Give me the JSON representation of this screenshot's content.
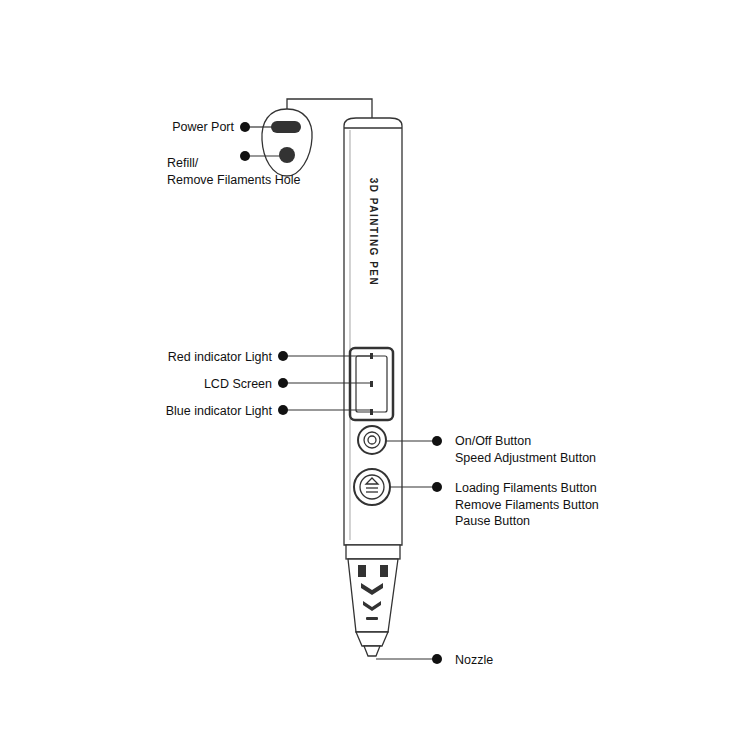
{
  "diagram": {
    "labels": [
      "Power Port",
      "Refill/",
      "Remove Filaments Hole",
      "3D PAINTING PEN",
      "Red indicator Light",
      "LCD Screen",
      "Blue indicator Light",
      "On/Off Button",
      "Speed Adjustment Button",
      "Loading Filaments Button",
      "Remove Filaments Button",
      "Pause Button",
      "Nozzle"
    ]
  }
}
